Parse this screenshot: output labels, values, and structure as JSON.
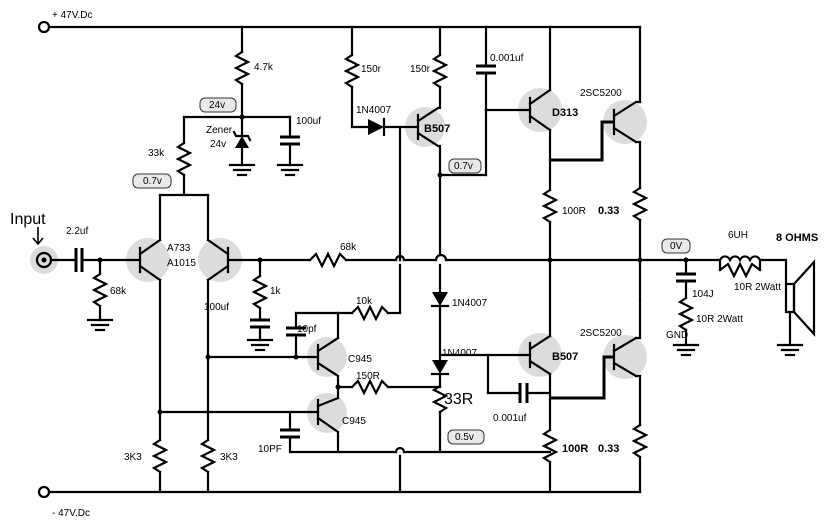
{
  "rails": {
    "positive": "+ 47V.Dc",
    "negative": "- 47V.Dc"
  },
  "input": {
    "label": "Input",
    "cap": "2.2uf",
    "res": "68k"
  },
  "front_end": {
    "transistor_pair": "A733\nA1015",
    "r_zener_feed": "4.7k",
    "r_bias": "33k",
    "zener_label": "Zener",
    "zener_voltage": "24v",
    "zener_cap": "100uf",
    "node_24v": "24v",
    "node_07v": "0.7v",
    "r_feedback": "68k",
    "r_fb_ground": "1k",
    "cap_fb": "100uf",
    "r_tail_left": "3K3",
    "r_tail_right": "3K3"
  },
  "vas": {
    "q1": "C945",
    "q2": "C945",
    "cap_miller": "10pf",
    "cap_lower": "10PF",
    "r_10k": "10k",
    "r_150r": "150R"
  },
  "driver_upper": {
    "r_150r_left": "150r",
    "r_150r_right": "150r",
    "diode": "1N4007",
    "transistor": "B507",
    "node": "0.7v",
    "cap": "0.001uf"
  },
  "driver_lower": {
    "diode1": "1N4007",
    "diode2": "1N4007",
    "r_bias": "33R",
    "transistor": "B507",
    "node": "0.5v",
    "cap": "0.001uf"
  },
  "output_upper": {
    "predriver": "D313",
    "power": "2SC5200",
    "r_emitter_small": "100R",
    "r_emitter": "0.33"
  },
  "output_lower": {
    "power": "2SC5200",
    "r_emitter_small": "100R",
    "r_emitter": "0.33"
  },
  "output_network": {
    "node": "0V",
    "inductor": "6UH",
    "inductor_res": "10R 2Watt",
    "cap": "104J",
    "res": "10R 2Watt",
    "gnd": "GND",
    "speaker": "8 OHMS"
  }
}
